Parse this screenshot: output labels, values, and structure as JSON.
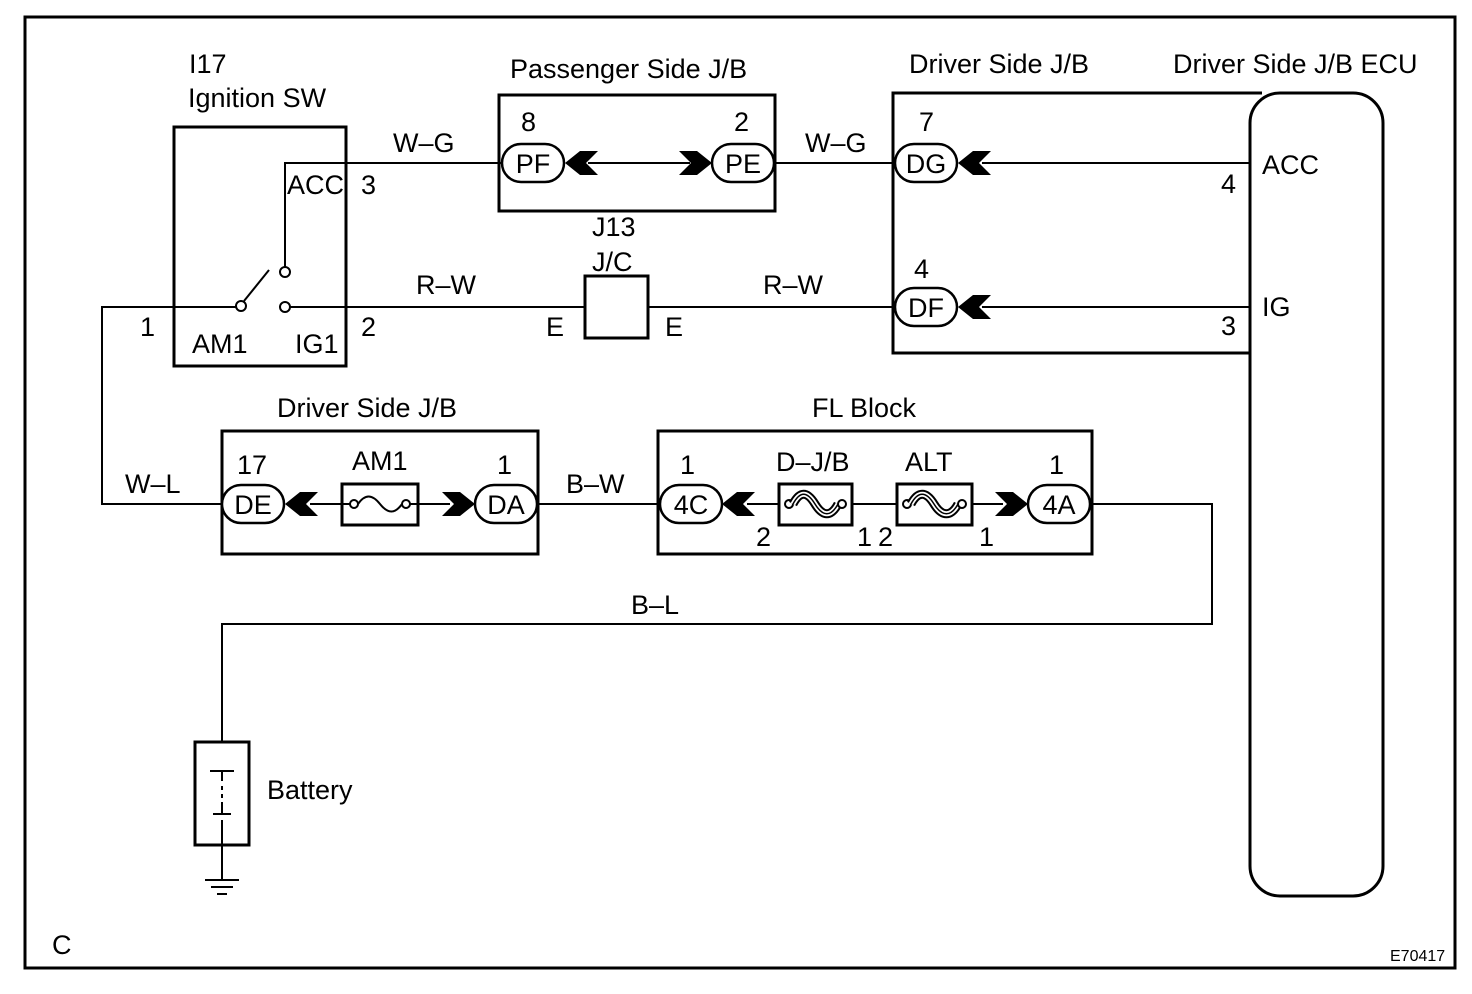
{
  "ignition_switch": {
    "ref": "I17",
    "name": "Ignition SW",
    "acc_label": "ACC",
    "acc_pin": "3",
    "am1_label": "AM1",
    "am1_pin": "1",
    "ig1_label": "IG1",
    "ig1_pin": "2"
  },
  "passenger_jb": {
    "title": "Passenger Side J/B",
    "pf_pin": "8",
    "pf_code": "PF",
    "pe_pin": "2",
    "pe_code": "PE"
  },
  "junction_connector": {
    "ref": "J13",
    "name": "J/C",
    "left_terminal": "E",
    "right_terminal": "E"
  },
  "driver_jb_upper": {
    "title": "Driver Side J/B",
    "dg_pin": "7",
    "dg_code": "DG",
    "df_pin": "4",
    "df_code": "DF"
  },
  "ecu": {
    "title": "Driver Side J/B ECU",
    "acc_label": "ACC",
    "acc_pin": "4",
    "ig_label": "IG",
    "ig_pin": "3"
  },
  "driver_jb_lower": {
    "title": "Driver Side J/B",
    "de_pin": "17",
    "de_code": "DE",
    "fuse_label": "AM1",
    "da_pin": "1",
    "da_code": "DA"
  },
  "fl_block": {
    "title": "FL Block",
    "c4_pin": "1",
    "c4_code": "4C",
    "djb_label": "D–J/B",
    "djb_pin_in": "2",
    "djb_pin_out": "1",
    "alt_label": "ALT",
    "alt_pin_in": "2",
    "alt_pin_out": "1",
    "a4_pin": "1",
    "a4_code": "4A"
  },
  "battery": {
    "label": "Battery"
  },
  "wires": {
    "acc_switch_side": "W–G",
    "acc_jb_side": "W–G",
    "ig_switch_side": "R–W",
    "ig_jb_side": "R–W",
    "am1_feed": "W–L",
    "fuse_feed": "B–W",
    "battery_feed": "B–L"
  },
  "footer": {
    "figure_letter": "C",
    "figure_code": "E70417"
  },
  "colors": {
    "line": "#000000",
    "background": "#ffffff"
  }
}
